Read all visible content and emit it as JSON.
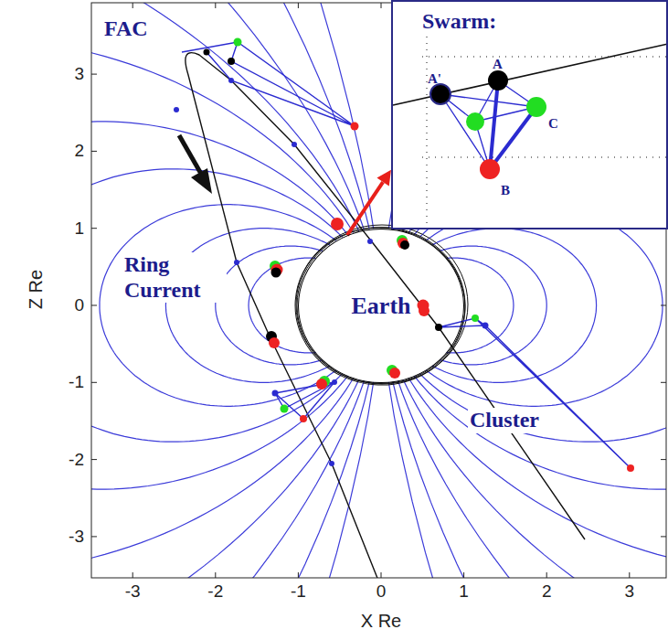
{
  "diagram": {
    "nodes": [
      {
        "text": [
          "Swarm:"
        ]
      },
      {
        "text": [
          "Earth"
        ]
      }
    ],
    "edges": [
      {
        "from": 1,
        "to": 0,
        "arrow": "to"
      }
    ],
    "labels": [
      "FAC",
      "Ring Current",
      "Cluster",
      "A'",
      "A",
      "C",
      "B",
      "Z Re",
      "X Re",
      "3",
      "2",
      "1",
      "0",
      "-1",
      "-2",
      "-3",
      "-3",
      "-2",
      "-1",
      "0",
      "1",
      "2",
      "3"
    ]
  }
}
